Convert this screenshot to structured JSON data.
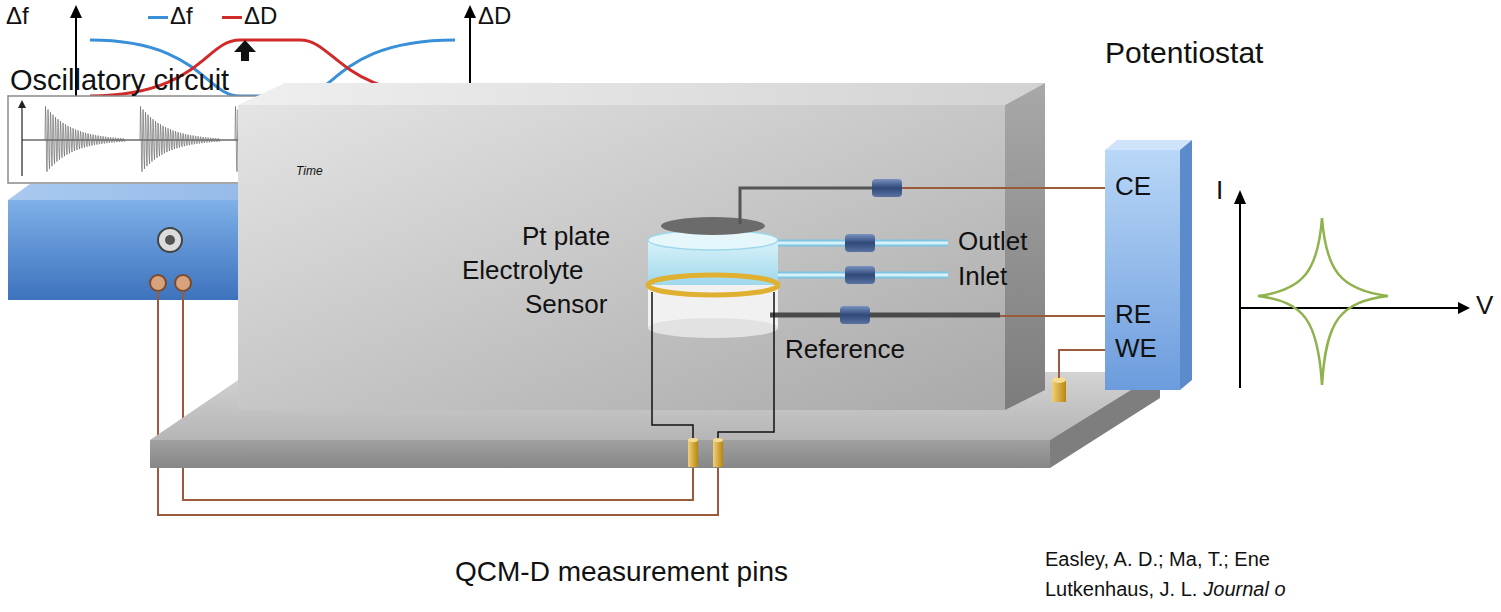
{
  "diagram": {
    "nodes": [
      {
        "text": [
          "Oscillatory circuit"
        ]
      },
      {
        "text": [
          "Potentiostat",
          "CE",
          "RE",
          "WE"
        ]
      }
    ],
    "labels": [
      "Δf",
      "ΔD",
      "Time",
      "Pt plate",
      "Electrolyte",
      "Sensor",
      "Outlet",
      "Inlet",
      "Reference",
      "I",
      "V",
      "QCM-D measurement pins",
      "Easley, A. D.; Ma, T.; Ene",
      "Lutkenhaus, J. L.",
      "Journal o"
    ],
    "legend": [
      {
        "text": "Δf",
        "color": "#3a8fd9"
      },
      {
        "text": "ΔD",
        "color": "#d12a2a"
      }
    ]
  }
}
